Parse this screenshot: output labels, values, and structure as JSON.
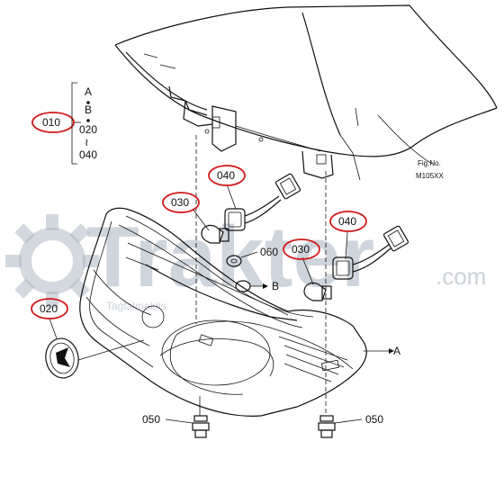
{
  "figure": {
    "fig_label": "Fig.No.",
    "fig_number": "M105XX"
  },
  "watermark": {
    "brand": "Trakter",
    "domain": ".com",
    "tagline": "Tagtalmaldis"
  },
  "callouts": {
    "c010": "010",
    "c020": "020",
    "c030_left": "030",
    "c030_right": "030",
    "c040_left": "040",
    "c040_right": "040",
    "c050_left": "050",
    "c050_right": "050",
    "c060": "060"
  },
  "index_group": {
    "line1": "A",
    "line2": "B",
    "line3": "020",
    "tilde": "≀",
    "line4": "040"
  },
  "reference_labels": {
    "A": "A",
    "B": "B"
  },
  "colors": {
    "highlight_ring": "#d11a1a",
    "watermark": "#a9b3c0",
    "line": "#111111"
  }
}
